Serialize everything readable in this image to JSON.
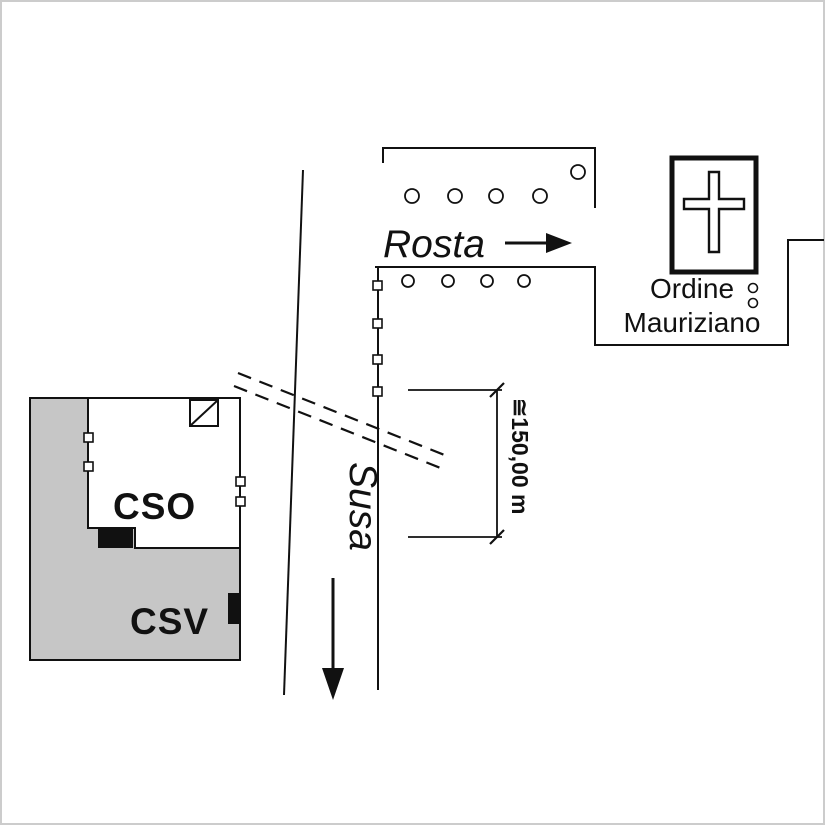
{
  "plan": {
    "roads": {
      "rosta": {
        "label": "Rosta"
      },
      "susa": {
        "label": "Susa"
      }
    },
    "buildings": {
      "cso": {
        "label": "CSO"
      },
      "csv": {
        "label": "CSV"
      }
    },
    "landmark": {
      "name_line1": "Ordine",
      "name_line2": "Mauriziano"
    },
    "dimension": {
      "label": "≅150,00 m"
    },
    "colors": {
      "ink": "#111111",
      "gray_fill": "#c6c6c6",
      "background": "#ffffff",
      "frame": "#cccccc"
    }
  }
}
